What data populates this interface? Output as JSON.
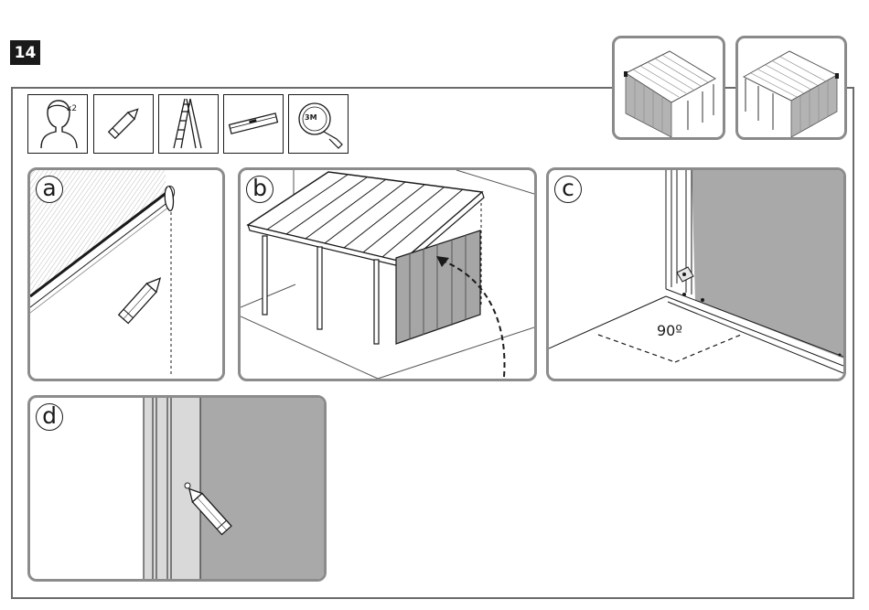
{
  "step": {
    "number": "14"
  },
  "tools": {
    "person_multiplier": "x2",
    "tape_label": "3M",
    "icons": [
      "two-people-icon",
      "pencil-icon",
      "ladder-icon",
      "level-icon",
      "tape-measure-icon"
    ]
  },
  "panels": {
    "a": {
      "label": "a"
    },
    "b": {
      "label": "b"
    },
    "c": {
      "label": "c",
      "angle": "90º"
    },
    "d": {
      "label": "d"
    }
  },
  "colors": {
    "wall_gray": "#a9a9a9",
    "frame_gray": "#8c8c8c",
    "ink": "#1a1a1a"
  }
}
